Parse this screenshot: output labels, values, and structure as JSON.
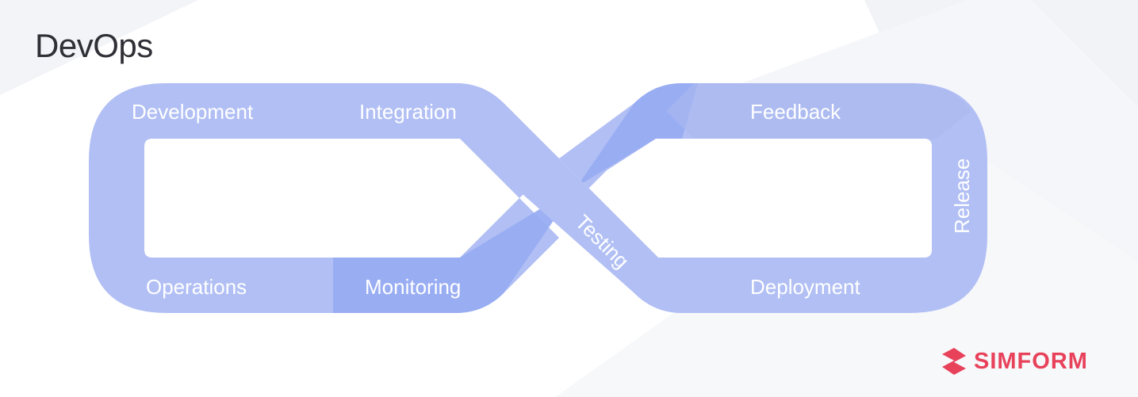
{
  "title": "DevOps",
  "stages": {
    "development": "Development",
    "integration": "Integration",
    "testing": "Testing",
    "feedback": "Feedback",
    "release": "Release",
    "deployment": "Deployment",
    "monitoring": "Monitoring",
    "operations": "Operations"
  },
  "brand": {
    "name": "SIMFORM",
    "color": "#e8425b"
  },
  "colors": {
    "loop_light": "#b1bff4",
    "loop_dark": "#98acf2",
    "label": "#ffffff"
  }
}
